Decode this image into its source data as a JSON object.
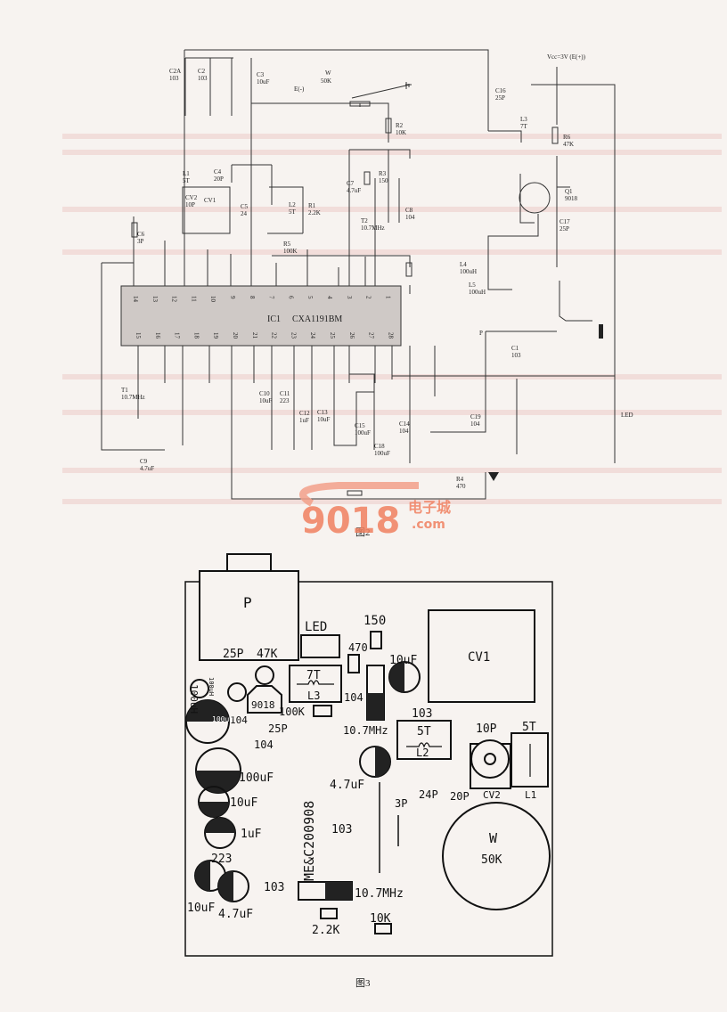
{
  "figure2": {
    "caption": "图2",
    "ic": {
      "ref": "IC1",
      "part": "CXA1191BM",
      "top_pins": [
        "14",
        "13",
        "12",
        "11",
        "10",
        "9",
        "8",
        "7",
        "6",
        "5",
        "4",
        "3",
        "2",
        "1"
      ],
      "bottom_pins": [
        "15",
        "16",
        "17",
        "18",
        "19",
        "20",
        "21",
        "22",
        "23",
        "24",
        "25",
        "26",
        "27",
        "28"
      ]
    },
    "supply": "Vcc=3V (E(+))",
    "switch": {
      "ref": "W",
      "value": "50K",
      "terminal": "E(-)"
    },
    "components": [
      {
        "ref": "C2A",
        "value": "103"
      },
      {
        "ref": "C2",
        "value": "103"
      },
      {
        "ref": "C3",
        "value": "10uF"
      },
      {
        "ref": "C16",
        "value": "25P"
      },
      {
        "ref": "L3",
        "value": "7T"
      },
      {
        "ref": "R6",
        "value": "47K"
      },
      {
        "ref": "Q1",
        "value": "9018"
      },
      {
        "ref": "C17",
        "value": "25P"
      },
      {
        "ref": "R2",
        "value": "10K"
      },
      {
        "ref": "R3",
        "value": "150"
      },
      {
        "ref": "C7",
        "value": "4.7uF"
      },
      {
        "ref": "T2",
        "value": "10.7MHz"
      },
      {
        "ref": "C8",
        "value": "104"
      },
      {
        "ref": "L1",
        "value": "5T"
      },
      {
        "ref": "C4",
        "value": "20P"
      },
      {
        "ref": "CV2",
        "value": "10P"
      },
      {
        "ref": "CV1",
        "value": ""
      },
      {
        "ref": "C5",
        "value": "24"
      },
      {
        "ref": "L2",
        "value": "5T"
      },
      {
        "ref": "R1",
        "value": "2.2K"
      },
      {
        "ref": "C6",
        "value": "3P"
      },
      {
        "ref": "R5",
        "value": "100K"
      },
      {
        "ref": "L4",
        "value": "100uH"
      },
      {
        "ref": "L5",
        "value": "100uH"
      },
      {
        "ref": "P",
        "value": ""
      },
      {
        "ref": "C1",
        "value": "103"
      },
      {
        "ref": "T1",
        "value": "10.7MHz"
      },
      {
        "ref": "C9",
        "value": "4.7uF"
      },
      {
        "ref": "C10",
        "value": "10uF"
      },
      {
        "ref": "C11",
        "value": "223"
      },
      {
        "ref": "C12",
        "value": "1uF"
      },
      {
        "ref": "C13",
        "value": "10uF"
      },
      {
        "ref": "C15",
        "value": "100uF"
      },
      {
        "ref": "C14",
        "value": "104"
      },
      {
        "ref": "C18",
        "value": "100uF"
      },
      {
        "ref": "C19",
        "value": "104"
      },
      {
        "ref": "LED",
        "value": ""
      },
      {
        "ref": "R4",
        "value": "470"
      }
    ]
  },
  "watermark": {
    "number": "9018",
    "name": "电子城",
    "domain": ".com",
    "color": "#f07a5a"
  },
  "figure3": {
    "caption": "图3",
    "board_code": "ME&C200908",
    "labels": {
      "jack": "P",
      "led": "LED",
      "r150": "150",
      "r470": "470",
      "xtal_top": "10.7MHz",
      "c104a": "104",
      "cv1": "CV1",
      "c10uf_top": "10uF",
      "c103_top": "103",
      "l2_turns": "5T",
      "l2": "L2",
      "c10p": "10P",
      "cv2": "CV2",
      "l1_turns": "5T",
      "l1": "L1",
      "w": "W",
      "w_val": "50K",
      "c24p": "24P",
      "c20p": "20P",
      "c3p": "3P",
      "c47uf_mid": "4.7uF",
      "c103_mid": "103",
      "l3_turns": "7T",
      "l3": "L3",
      "r100k": "100K",
      "c25p_b": "25P",
      "q1": "9018",
      "c25p_a": "25P",
      "r47k": "47K",
      "l100uh": "100uH",
      "l100uh_b": "100uH",
      "c100uf_a": "100uF",
      "c104b": "104",
      "c104c": "104",
      "c100uf_b": "100uF",
      "c10uf_a": "10uF",
      "c1uf": "1uF",
      "c223": "223",
      "c10uf_b": "10uF",
      "c47uf_b": "4.7uF",
      "c103_bot": "103",
      "xtal_bot": "10.7MHz",
      "r22k": "2.2K",
      "r10k": "10K"
    }
  }
}
